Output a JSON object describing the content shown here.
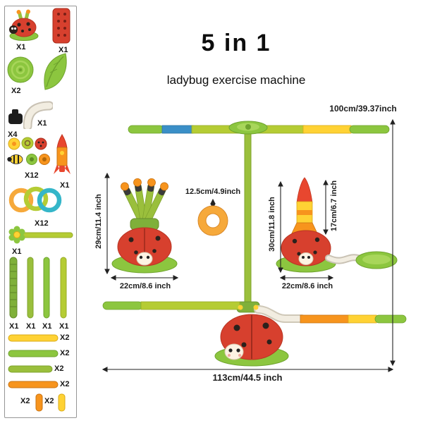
{
  "header": {
    "title": "5 in 1",
    "subtitle": "ladybug exercise machine"
  },
  "dimensions": {
    "total_height": "100cm/39.37inch",
    "dart_launcher_height": "29cm/11.4 inch",
    "dart_launcher_width": "22cm/8.6 inch",
    "ring_size": "12.5cm/4.9inch",
    "rocket_launcher_height": "30cm/11.8 inch",
    "rocket_height": "17cm/6.7 inch",
    "rocket_launcher_width": "22cm/8.6 inch",
    "total_width": "113cm/44.5 inch"
  },
  "palette": {
    "ladybug_red": "#d7402e",
    "leaf_green": "#8cc63f",
    "lime_green": "#b5cc34",
    "orange": "#f7941d",
    "yellow": "#ffd234",
    "blue": "#3a8fc7"
  },
  "parts": [
    {
      "id": "ladybug-dart-launcher",
      "qty": "X1"
    },
    {
      "id": "red-target-board",
      "qty": "X1"
    },
    {
      "id": "green-sprinkler-disc",
      "qty": "X2"
    },
    {
      "id": "white-elbow-tube",
      "qty": "X1"
    },
    {
      "id": "black-connector",
      "qty": "X4"
    },
    {
      "id": "garden-tokens",
      "qty": "X12"
    },
    {
      "id": "rocket",
      "qty": "X1"
    },
    {
      "id": "toss-rings",
      "qty": "X12"
    },
    {
      "id": "flower-stick",
      "qty": "X1"
    },
    {
      "id": "textured-pole",
      "qty": "X1"
    },
    {
      "id": "green-pole-a",
      "qty": "X1"
    },
    {
      "id": "green-pole-b",
      "qty": "X1"
    },
    {
      "id": "green-pole-c",
      "qty": "X1"
    },
    {
      "id": "yellow-tube",
      "qty": "X2"
    },
    {
      "id": "green-tube-a",
      "qty": "X2"
    },
    {
      "id": "green-tube-b",
      "qty": "X2"
    },
    {
      "id": "orange-tube",
      "qty": "X2"
    },
    {
      "id": "orange-short-stick",
      "qty": "X2"
    },
    {
      "id": "yellow-short-stick",
      "qty": "X2"
    }
  ]
}
